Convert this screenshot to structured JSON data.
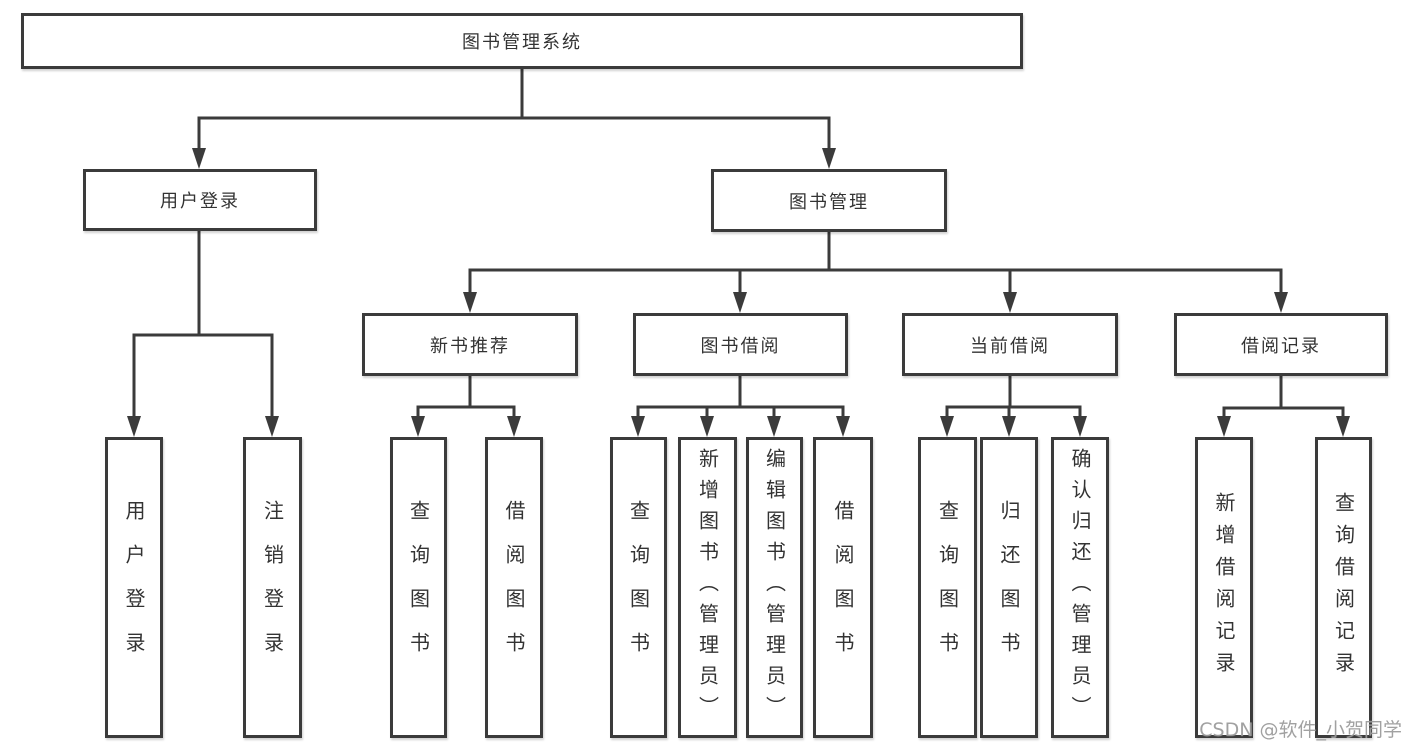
{
  "tree": {
    "label": "图书管理系统",
    "children": [
      {
        "label": "用户登录",
        "children": [
          {
            "label": "用户登录"
          },
          {
            "label": "注销登录"
          }
        ]
      },
      {
        "label": "图书管理",
        "children": [
          {
            "label": "新书推荐",
            "children": [
              {
                "label": "查询图书"
              },
              {
                "label": "借阅图书"
              }
            ]
          },
          {
            "label": "图书借阅",
            "children": [
              {
                "label": "查询图书"
              },
              {
                "label": "新增图书（管理员）"
              },
              {
                "label": "编辑图书（管理员）"
              },
              {
                "label": "借阅图书"
              }
            ]
          },
          {
            "label": "当前借阅",
            "children": [
              {
                "label": "查询图书"
              },
              {
                "label": "归还图书"
              },
              {
                "label": "确认归还（管理员）"
              }
            ]
          },
          {
            "label": "借阅记录",
            "children": [
              {
                "label": "新增借阅记录"
              },
              {
                "label": "查询借阅记录"
              }
            ]
          }
        ]
      }
    ]
  },
  "watermark": {
    "text": "CSDN @软件_小贺同学"
  },
  "colors": {
    "line": "#3b3b3b",
    "text": "#333333",
    "background": "#ffffff",
    "watermark": "#949494"
  }
}
